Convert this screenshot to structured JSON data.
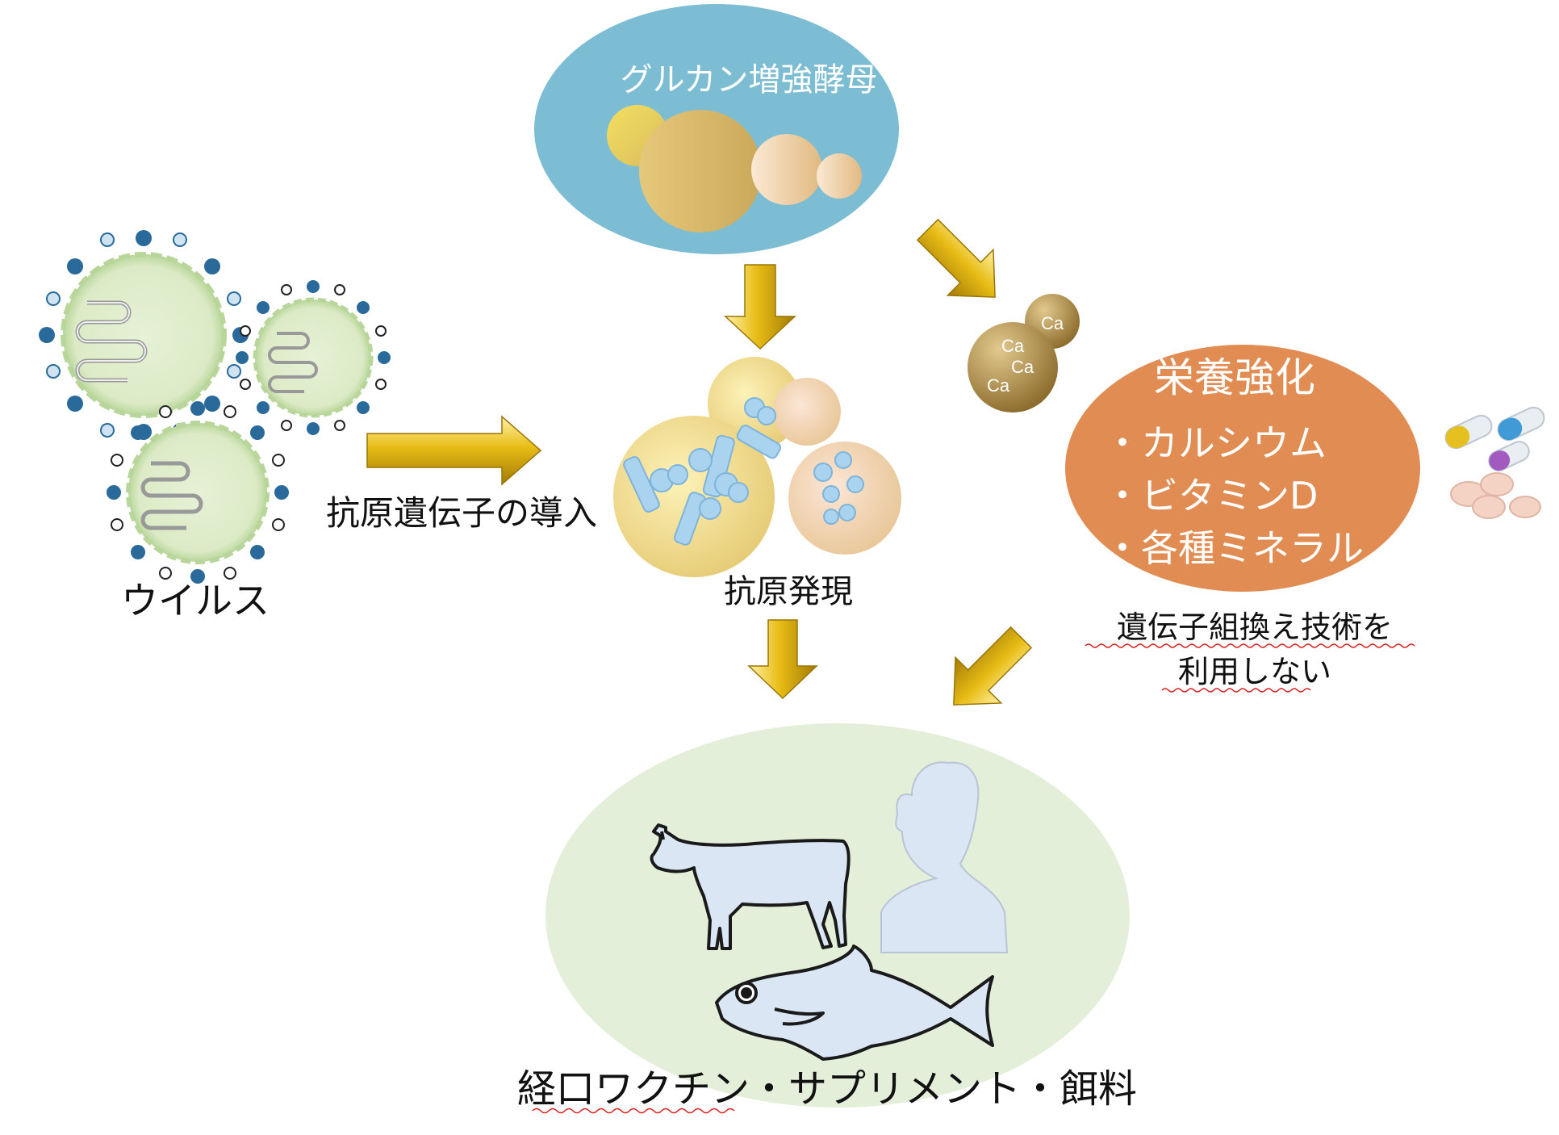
{
  "yeast_title": "グルカン増強酵母",
  "virus_label": "ウイルス",
  "gene_intro_label": "抗原遺伝子の導入",
  "antigen_label": "抗原発現",
  "ca_label": "Ca",
  "nutrition": {
    "title": "栄養強化",
    "items": [
      "・カルシウム",
      "・ビタミンD",
      "・各種ミネラル"
    ]
  },
  "no_gmo_line1": "遺伝子組換え技術を",
  "no_gmo_line2": "利用しない",
  "bottom_label": "経口ワクチン・サプリメント・餌料",
  "colors": {
    "yeast_bubble": "#7cbdd4",
    "nutrition_bubble": "#e08c52",
    "target_bubble": "#e4efd9",
    "arrow": "#e6bc12",
    "virus_spike": "#2a6a9a"
  }
}
